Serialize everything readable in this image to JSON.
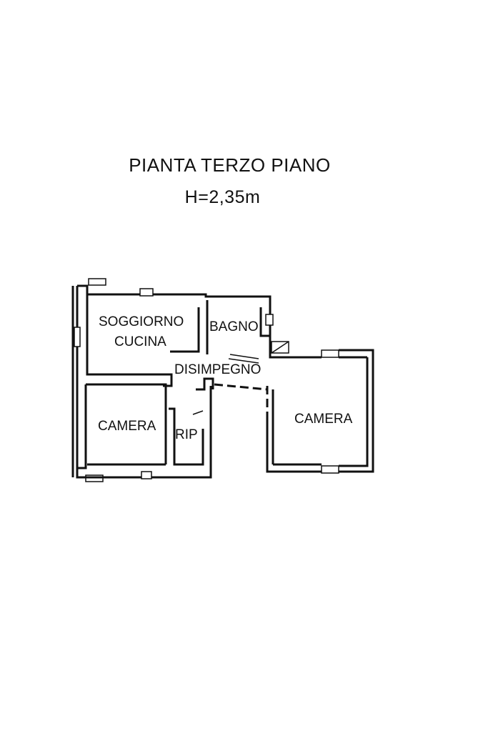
{
  "plan": {
    "title": "PIANTA TERZO PIANO",
    "height_label": "H=2,35m",
    "rooms": {
      "soggiorno_line1": "SOGGIORNO",
      "soggiorno_line2": "CUCINA",
      "bagno": "BAGNO",
      "disimpegno": "DISIMPEGNO",
      "camera_left": "CAMERA",
      "ripostiglio": "RIP",
      "camera_right": "CAMERA"
    }
  }
}
